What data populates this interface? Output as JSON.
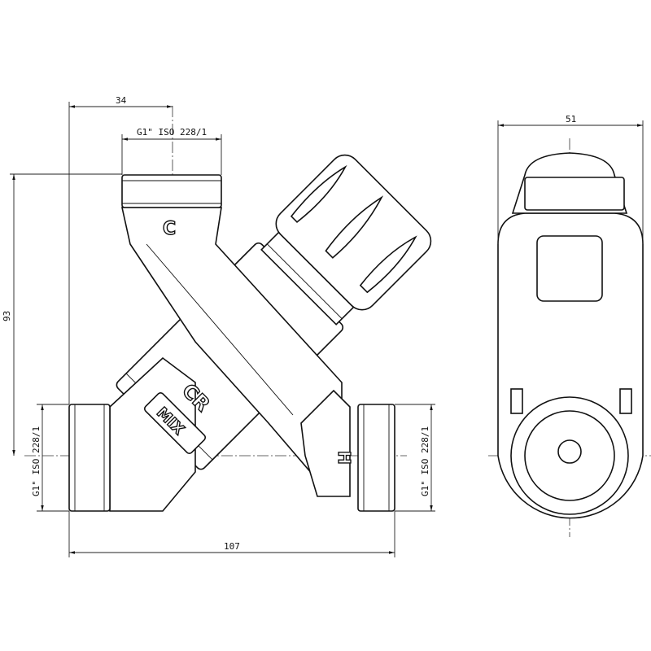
{
  "drawing": {
    "front_view": {
      "dim_top_width": "34",
      "dim_top_thread": "G1\" ISO 228/1",
      "dim_height": "93",
      "dim_total_width": "107",
      "dim_left_thread": "G1\" ISO 228/1",
      "dim_right_thread": "G1\" ISO 228/1",
      "marking_cold": "C",
      "marking_brand": "CR",
      "marking_mix": "MIX",
      "marking_hot": "H"
    },
    "side_view": {
      "dim_width": "51"
    }
  }
}
